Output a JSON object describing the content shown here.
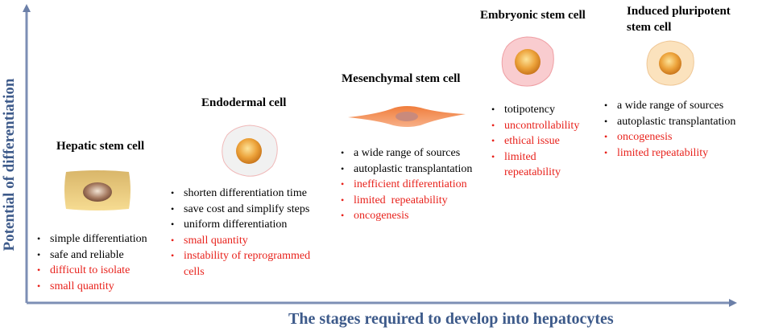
{
  "axes": {
    "y_label": "Potential of differentiation",
    "x_label": "The stages required to develop into hepatocytes"
  },
  "colors": {
    "axis": "#3d5a8a",
    "advantage_text": "#000000",
    "disadvantage_text": "#e8221c"
  },
  "stages": [
    {
      "title": "Hepatic stem cell",
      "cell_icon": "hepatic-cell-icon",
      "items": [
        {
          "text": "simple differentiation",
          "kind": "advantage"
        },
        {
          "text": "safe and reliable",
          "kind": "advantage"
        },
        {
          "text": "difficult to isolate",
          "kind": "disadvantage"
        },
        {
          "text": "small quantity",
          "kind": "disadvantage"
        }
      ]
    },
    {
      "title": "Endodermal cell",
      "cell_icon": "endodermal-cell-icon",
      "items": [
        {
          "text": "shorten differentiation time",
          "kind": "advantage"
        },
        {
          "text": "save cost and simplify steps",
          "kind": "advantage"
        },
        {
          "text": "uniform differentiation",
          "kind": "advantage"
        },
        {
          "text": "small quantity",
          "kind": "disadvantage"
        },
        {
          "text": "instability of reprogrammed",
          "kind": "disadvantage"
        },
        {
          "text": "cells",
          "kind": "disadvantage"
        }
      ]
    },
    {
      "title": "Mesenchymal stem cell",
      "cell_icon": "mesenchymal-cell-icon",
      "items": [
        {
          "text": "a wide range of sources",
          "kind": "advantage"
        },
        {
          "text": "autoplastic transplantation",
          "kind": "advantage"
        },
        {
          "text": "inefficient differentiation",
          "kind": "disadvantage"
        },
        {
          "text": "limited  repeatability",
          "kind": "disadvantage"
        },
        {
          "text": "oncogenesis",
          "kind": "disadvantage"
        }
      ]
    },
    {
      "title": "Embryonic stem cell",
      "cell_icon": "embryonic-cell-icon",
      "items": [
        {
          "text": "totipotency",
          "kind": "advantage"
        },
        {
          "text": "uncontrollability",
          "kind": "disadvantage"
        },
        {
          "text": "ethical issue",
          "kind": "disadvantage"
        },
        {
          "text": "limited",
          "kind": "disadvantage"
        },
        {
          "text": "repeatability",
          "kind": "disadvantage"
        }
      ]
    },
    {
      "title": "Induced pluripotent stem cell",
      "title_lines": [
        "Induced pluripotent",
        "stem cell"
      ],
      "cell_icon": "ipsc-cell-icon",
      "items": [
        {
          "text": "a wide range of sources",
          "kind": "advantage"
        },
        {
          "text": "autoplastic transplantation",
          "kind": "advantage"
        },
        {
          "text": "oncogenesis",
          "kind": "disadvantage"
        },
        {
          "text": "limited repeatability",
          "kind": "disadvantage"
        }
      ]
    }
  ]
}
